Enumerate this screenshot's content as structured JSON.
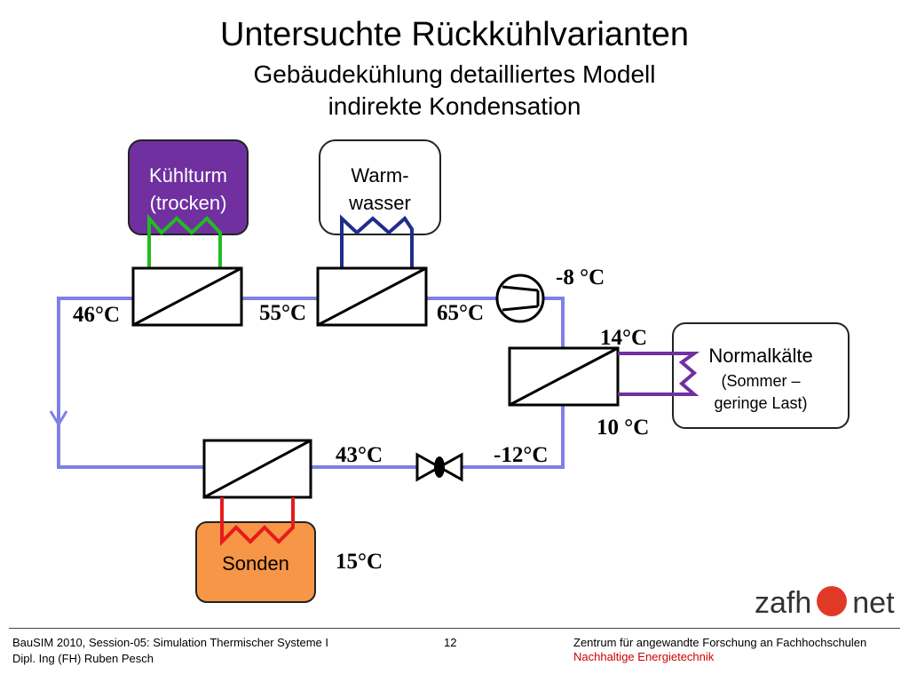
{
  "title": {
    "main": "Untersuchte Rückkühlvarianten",
    "sub1": "Gebäudekühlung detailliertes Modell",
    "sub2": "indirekte Kondensation"
  },
  "boxes": {
    "kuehlturm": {
      "line1": "Kühlturm",
      "line2": "(trocken)"
    },
    "warmwasser": {
      "line1": "Warm-",
      "line2": "wasser"
    },
    "normalkaelte": {
      "line1": "Normalkälte",
      "line2": "(Sommer –",
      "line3": "geringe Last)"
    },
    "sonden": {
      "label": "Sonden"
    }
  },
  "temperatures": {
    "t46": "46°C",
    "t55": "55°C",
    "t65": "65°C",
    "tm8": "-8 °C",
    "t14": "14°C",
    "t10": "10 °C",
    "t43": "43°C",
    "tm12": "-12°C",
    "t15": "15°C"
  },
  "colors": {
    "pipe": "#7f7fe6",
    "kuehlturm_fill": "#7030a0",
    "kuehlturm_loop": "#22bb22",
    "warmwasser_loop": "#1f2d8a",
    "normalkaelte_loop": "#7030a0",
    "sonden_fill": "#f79646",
    "sonden_loop": "#e51c1c",
    "logo_dot": "#e03a26",
    "footer_red": "#cc0000"
  },
  "footer": {
    "left1": "BauSIM 2010, Session-05: Simulation Thermischer Systeme I",
    "left2": "Dipl. Ing (FH) Ruben Pesch",
    "page": "12",
    "right1": "Zentrum für angewandte Forschung an Fachhochschulen",
    "right2": "Nachhaltige Energietechnik"
  },
  "logo": {
    "left": "zafh",
    "right": "net"
  }
}
